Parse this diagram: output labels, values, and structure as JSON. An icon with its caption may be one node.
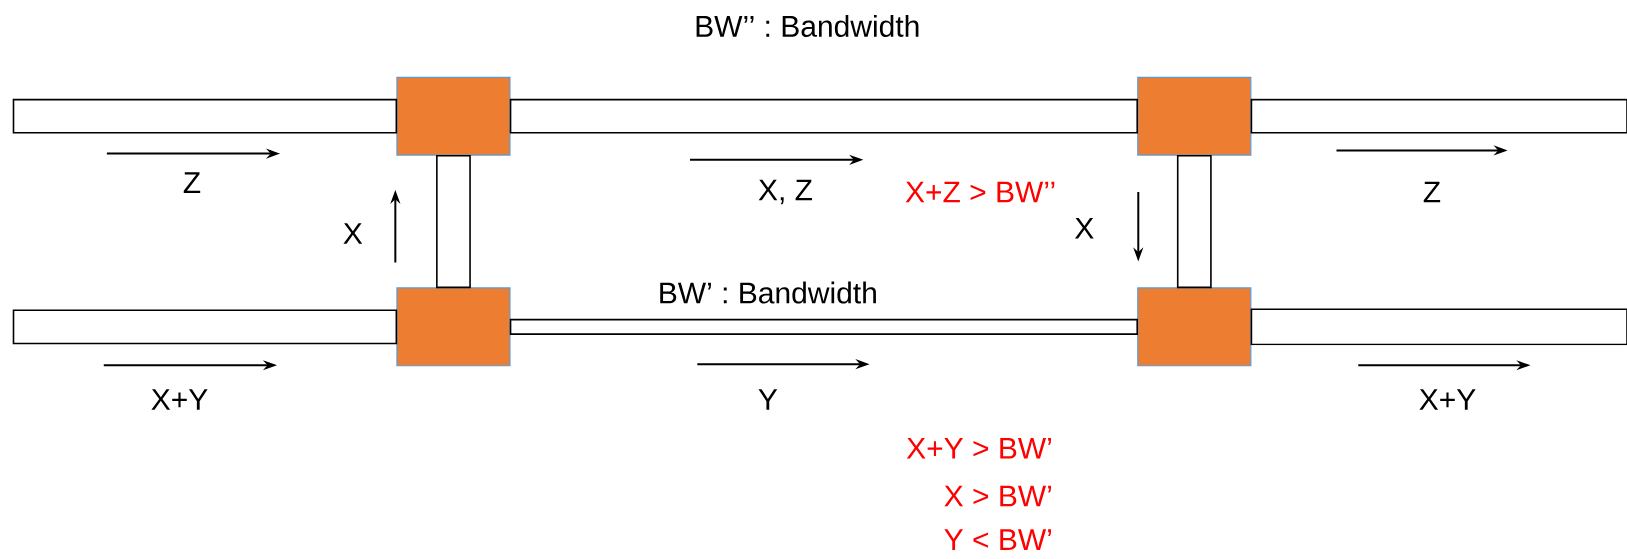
{
  "diagram": {
    "nodes": [
      {
        "text": [],
        "shape": "box"
      },
      {
        "text": [],
        "shape": "box"
      },
      {
        "text": [],
        "shape": "box"
      },
      {
        "text": [],
        "shape": "box"
      }
    ],
    "edges": [
      {
        "from": null,
        "to": 0,
        "arrow": "none"
      },
      {
        "from": 0,
        "to": 1,
        "arrow": "none"
      },
      {
        "from": 1,
        "to": null,
        "arrow": "none"
      },
      {
        "from": null,
        "to": 2,
        "arrow": "none"
      },
      {
        "from": 2,
        "to": 3,
        "arrow": "none"
      },
      {
        "from": 3,
        "to": null,
        "arrow": "none"
      },
      {
        "from": 2,
        "to": 0,
        "arrow": "none"
      },
      {
        "from": 1,
        "to": 3,
        "arrow": "none"
      }
    ],
    "labels": [
      "BW’’ : Bandwidth",
      "Z",
      "X, Z",
      "X+Z > BW’’",
      "Z",
      "X",
      "X",
      "BW’ : Bandwidth",
      "X+Y",
      "Y",
      "X+Y",
      "X+Y > BW’",
      "X > BW’",
      "Y < BW’"
    ]
  }
}
